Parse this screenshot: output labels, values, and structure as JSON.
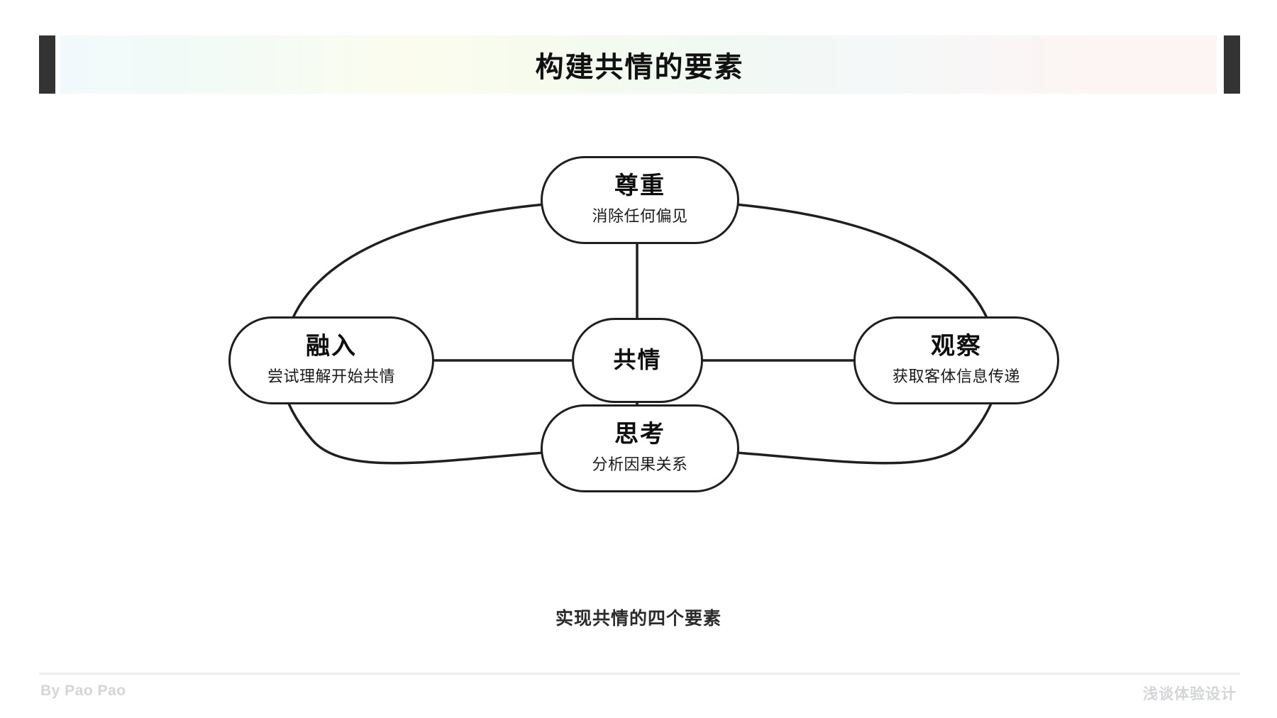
{
  "header": {
    "title": "构建共情的要素",
    "gradient_colors": [
      "#f1f9fc",
      "#fbfcee",
      "#f1f9f3",
      "#fdf5f3"
    ],
    "bar_color": "#333333"
  },
  "diagram": {
    "caption": "实现共情的四个要素",
    "line_color": "#1f1f1f",
    "center": {
      "title": "共情",
      "subtitle": ""
    },
    "nodes": [
      {
        "id": "top",
        "title": "尊重",
        "subtitle": "消除任何偏见"
      },
      {
        "id": "right",
        "title": "观察",
        "subtitle": "获取客体信息传递"
      },
      {
        "id": "bottom",
        "title": "思考",
        "subtitle": "分析因果关系"
      },
      {
        "id": "left",
        "title": "融入",
        "subtitle": "尝试理解开始共情"
      }
    ]
  },
  "footer": {
    "left": "By Pao Pao",
    "right": "浅谈体验设计",
    "text_color": "#d3d5d6"
  }
}
